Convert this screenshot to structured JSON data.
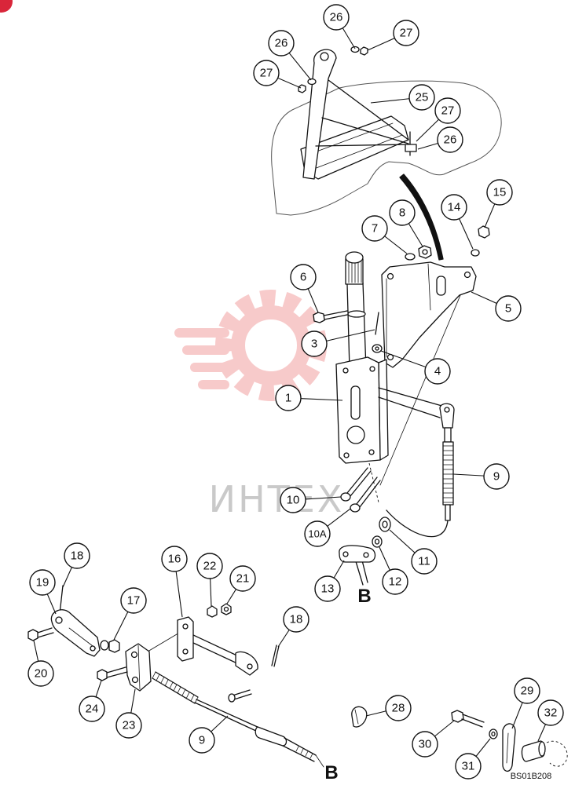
{
  "callouts": [
    "26",
    "27",
    "26",
    "27",
    "25",
    "27",
    "26",
    "8",
    "7",
    "14",
    "15",
    "5",
    "6",
    "3",
    "4",
    "1",
    "9",
    "10",
    "10A",
    "11",
    "12",
    "13",
    "18",
    "19",
    "16",
    "22",
    "21",
    "17",
    "20",
    "18",
    "24",
    "23",
    "9",
    "28",
    "30",
    "29",
    "32",
    "31"
  ],
  "section_labels": [
    "B",
    "B"
  ],
  "drawing_code": "BS01B208",
  "watermark": {
    "text": "ИНТЕХ"
  },
  "colors": {
    "line": "#111111",
    "watermark_logo": "#f2a0a0",
    "watermark_text": "#c9c9c9",
    "badge": "#d9263a"
  }
}
